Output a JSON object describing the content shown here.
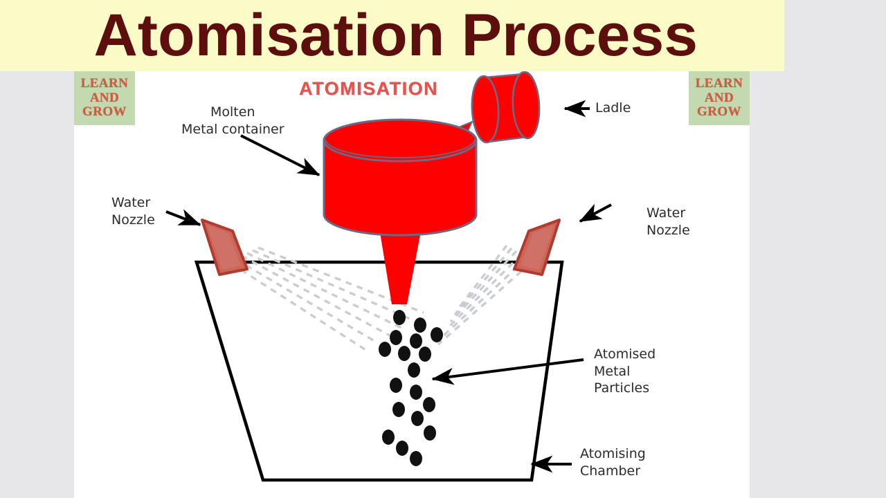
{
  "page": {
    "title": "Atomisation Process",
    "background_color": "#e7e7e9",
    "panel_color": "#ffffff"
  },
  "banner": {
    "title": "Atomisation Process",
    "background_color": "#fbfbc8",
    "text_color": "#5c0f0c"
  },
  "badges": {
    "line1": "LEARN",
    "line2": "AND",
    "line3": "GROW",
    "background_color": "#c3d9b0",
    "text_color": "#cf5a42"
  },
  "diagram": {
    "heading": "ATOMISATION",
    "heading_color": "#e8524a",
    "labels": {
      "molten_metal_container": "Molten\nMetal container",
      "ladle": "Ladle",
      "water_nozzle_left": "Water\nNozzle",
      "water_nozzle_right": "Water\nNozzle",
      "atomised_metal_particles": "Atomised\nMetal\nParticles",
      "atomising_chamber": "Atomising\nChamber"
    },
    "colors": {
      "molten_metal": "#ff0000",
      "vessel_outline": "#6b6a86",
      "nozzle_fill": "#cc6659",
      "nozzle_edge": "#b23b30",
      "spray": "#c9cdd2",
      "chamber_outline": "#000000",
      "particles": "#111111",
      "arrow": "#000000"
    }
  }
}
